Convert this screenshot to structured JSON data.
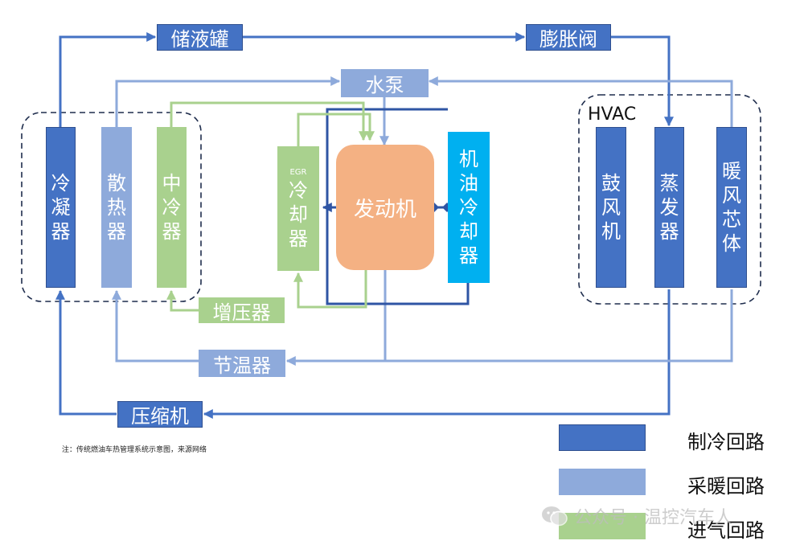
{
  "colors": {
    "refrigeration": "#4472c4",
    "heating": "#8eaadb",
    "intake": "#a9d18e",
    "engine": "#f4b183",
    "oil_cooler": "#00b0f0",
    "dashed": "#1f2d4d",
    "engine_loop": "#2f55a4"
  },
  "components": {
    "receiver": "储液罐",
    "expansion_valve": "膨胀阀",
    "water_pump": "水泵",
    "hvac_label": "HVAC",
    "condenser": "冷凝器",
    "radiator": "散热器",
    "intercooler": "中冷器",
    "egr_tag": "EGR",
    "egr_cooler": "冷却器",
    "engine": "发动机",
    "oil_cooler": "机油冷却器",
    "blower": "鼓风机",
    "evaporator": "蒸发器",
    "heater_core": "暖风芯体",
    "turbocharger": "增压器",
    "thermostat": "节温器",
    "compressor": "压缩机"
  },
  "legend": [
    {
      "label": "制冷回路",
      "color": "#4472c4"
    },
    {
      "label": "采暖回路",
      "color": "#8eaadb"
    },
    {
      "label": "进气回路",
      "color": "#a9d18e"
    }
  ],
  "note": "注：传统燃油车热管理系统示意图，来源网络",
  "watermark": {
    "icon": "wechat-icon",
    "text": "公众号 · 温控汽车人"
  }
}
